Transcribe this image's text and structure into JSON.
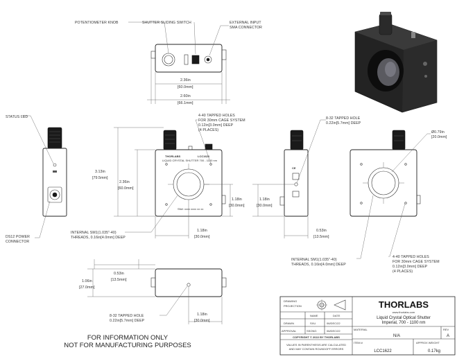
{
  "callouts": {
    "potentiometer_knob": "POTENTIOMETER KNOB",
    "shutter_switch": "SHUTTER SLIDING SWITCH",
    "external_input_1": "EXTERNAL INPUT",
    "external_input_2": "SMA CONNECTOR",
    "status_led": "STATUS LED",
    "ds12_1": "DS12 POWER",
    "ds12_2": "CONNECTOR",
    "cage_holes_1": "4-40 TAPPED HOLES",
    "cage_holes_2": "FOR 30mm CAGE SYSTEM",
    "cage_holes_3": "0.12in[3.0mm] DEEP",
    "cage_holes_4": "(4 PLACES)",
    "tap832_1": "8-32 TAPPED HOLE",
    "tap832_2": "0.22in[5.7mm] DEEP",
    "sm1_1": "INTERNAL SM1(1.035\"-40)",
    "sm1_2": "THREADS, 0.16in[4.0mm] DEEP",
    "sm1b_1": "INTERNAL SM1(1.035\"-40)",
    "sm1b_2": "THREADS, 0.16in[4.0mm] DEEP",
    "cage_b_1": "4-40 TAPPED HOLES",
    "cage_b_2": "FOR 30mm CAGE SYSTEM",
    "cage_b_3": "0.12in[3.0mm] DEEP",
    "cage_b_4": "(4 PLACES)",
    "bottom_tap_1": "8-32 TAPPED HOLE",
    "bottom_tap_2": "0.22in[5.7mm] DEEP",
    "aperture_1": "Ø0.79in",
    "aperture_2": "[20.0mm]"
  },
  "dimensions": {
    "top_width_in": "2.36in",
    "top_width_mm": "[60.0mm]",
    "top_overall_in": "2.60in",
    "top_overall_mm": "[66.1mm]",
    "height_in": "3.13in",
    "height_mm": "[79.5mm]",
    "body_h_in": "2.36in",
    "body_h_mm": "[60.0mm]",
    "center_v_in": "1.18in",
    "center_v_mm": "[30.0mm]",
    "center_h_in": "1.18in",
    "center_h_mm": "[30.0mm]",
    "side_center_in": "1.18in",
    "side_center_mm": "[30.0mm]",
    "side_depth_in": "0.53in",
    "side_depth_mm": "[13.5mm]",
    "bottom_depth_in": "0.53in",
    "bottom_depth_mm": "[13.5mm]",
    "bottom_h_in": "1.06in",
    "bottom_h_mm": "[27.0mm]",
    "bottom_center_in": "1.18in",
    "bottom_center_mm": "[30.0mm]"
  },
  "front_face": {
    "brand": "THORLABS",
    "model": "LCC1620",
    "subtitle": "LIQUID CRYSTAL SHUTTER 700 - 1100 nm",
    "serial": "SN#: xxxx xxxx xx xx"
  },
  "notice": {
    "line1": "FOR INFORMATION ONLY",
    "line2": "NOT FOR MANUFACTURING PURPOSES"
  },
  "title_block": {
    "projection_1": "DRAWING",
    "projection_2": "PROJECTION",
    "col_name": "NAME",
    "col_date": "DATE",
    "drawn_label": "DRAWN",
    "drawn_name": "SXU",
    "drawn_date": "06/DEC/22",
    "approval_label": "APPROVAL",
    "approval_name": "SSONG",
    "approval_date": "06/DEC/22",
    "copyright": "COPYRIGHT © 2022 BY THORLABS",
    "note_1": "VALUES IN PARENTHESIS ARE CALCULATED",
    "note_2": "AND MAY CONTAIN ROUNDOFF ERRORS",
    "logo": "THORLABS",
    "website": "www.thorlabs.com",
    "title_1": "Liquid Crystal Optical Shutter",
    "title_2": "Imperial, 700 - 1100 nm",
    "material_label": "MATERIAL",
    "material_value": "N/A",
    "rev_label": "REV",
    "rev_value": "A",
    "item_label": "ITEM #",
    "item_value": "LCC1622",
    "weight_label": "APPROX WEIGHT",
    "weight_value": "0.17kg"
  }
}
